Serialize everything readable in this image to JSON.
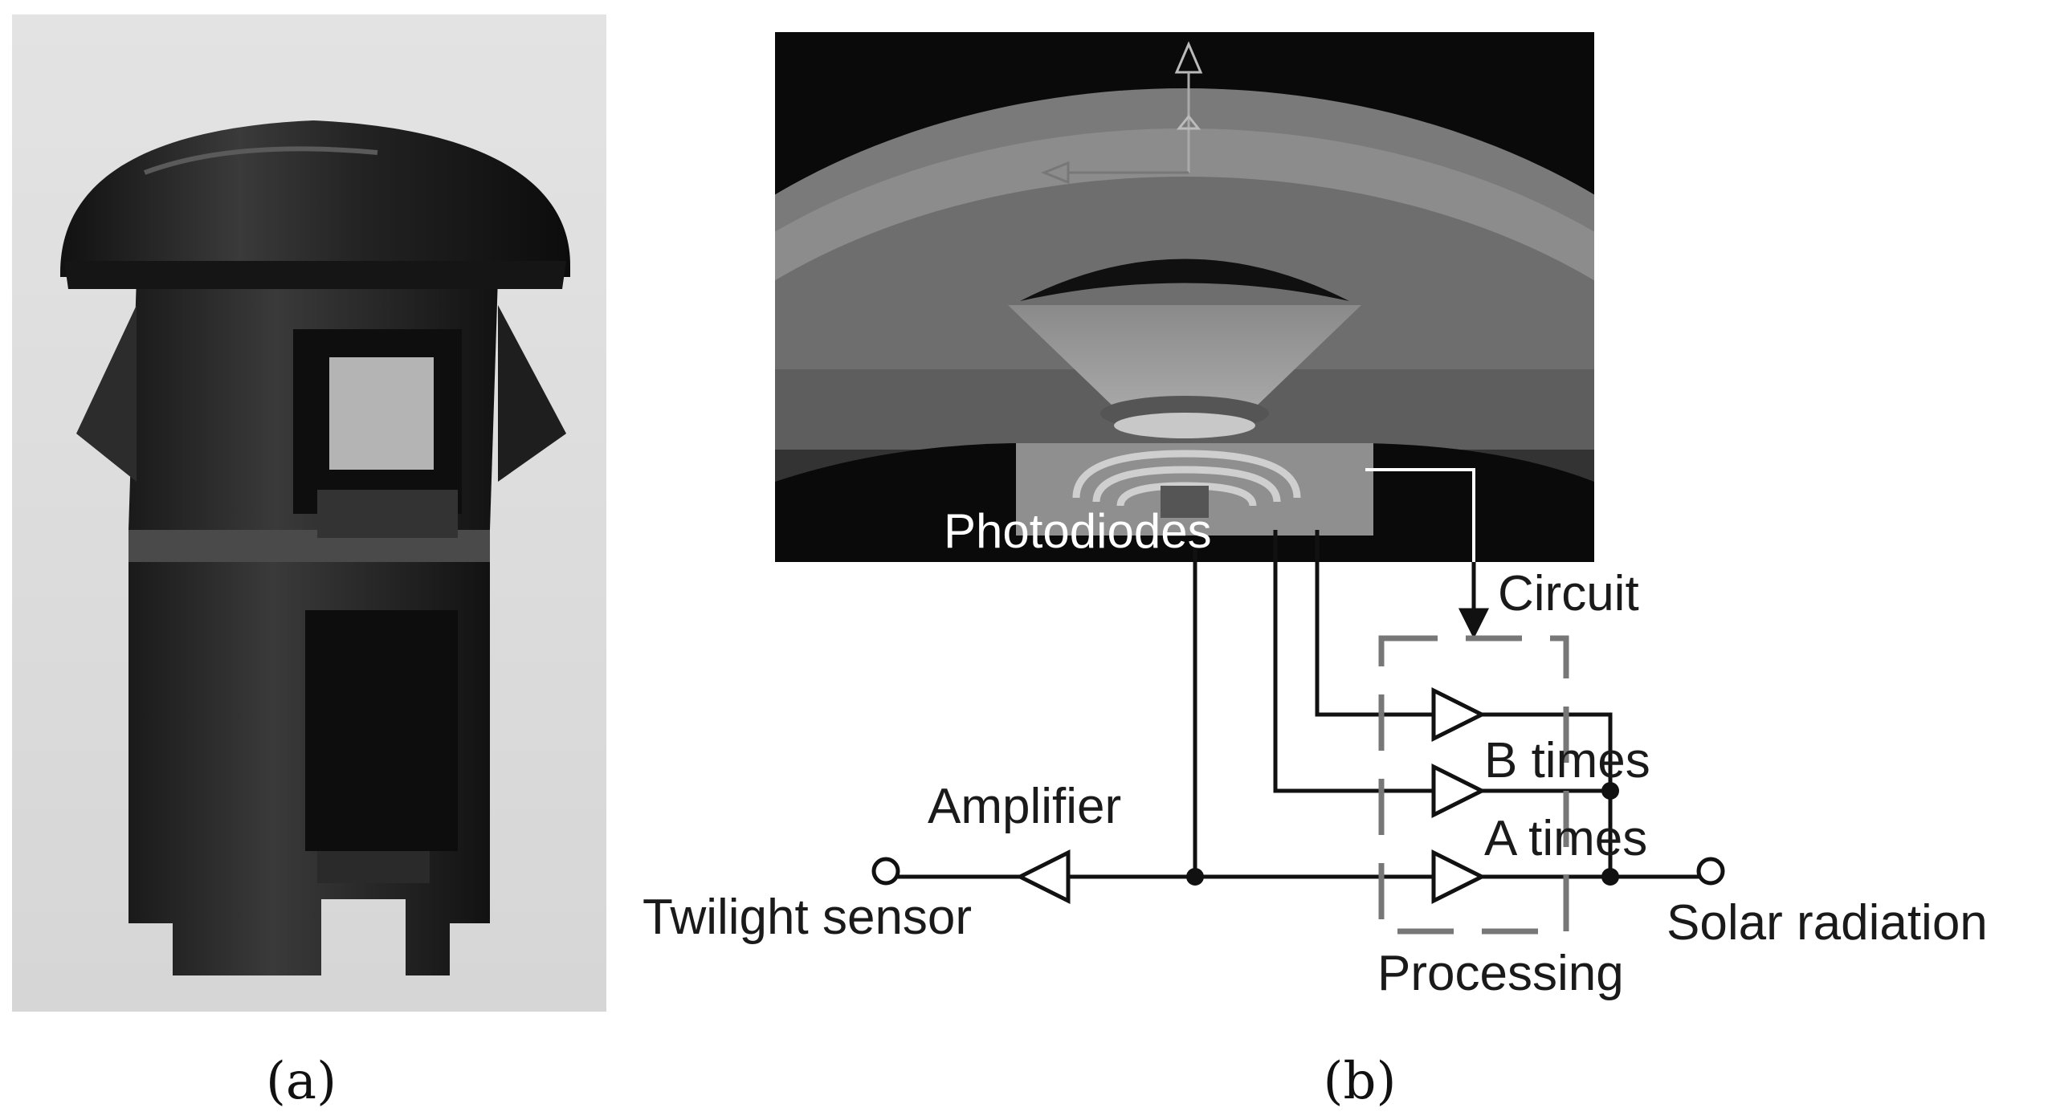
{
  "panel_a": {
    "caption": "(a)"
  },
  "panel_b": {
    "caption": "(b)",
    "labels": {
      "photodiodes": "Photodiodes",
      "circuit": "Circuit",
      "b_times": "B times",
      "a_times": "A times",
      "amplifier": "Amplifier",
      "twilight_sensor": "Twilight sensor",
      "solar_radiation": "Solar radiation",
      "processing": "Processing"
    }
  }
}
